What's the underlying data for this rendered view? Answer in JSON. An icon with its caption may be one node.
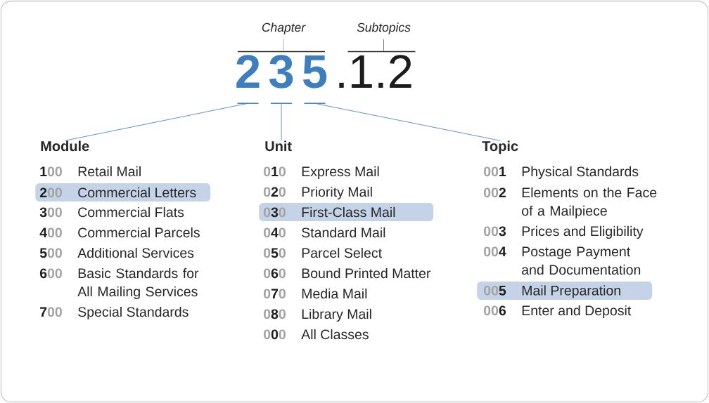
{
  "diagram": {
    "nodes": [
      {
        "text": [
          "Chapter"
        ]
      },
      {
        "text": [
          "Subtopics"
        ]
      },
      {
        "text": [],
        "shape": "bar"
      },
      {
        "text": [],
        "shape": "bar"
      },
      {
        "text": [
          "2"
        ]
      },
      {
        "text": [
          "3"
        ]
      },
      {
        "text": [
          "5"
        ]
      },
      {
        "text": [
          "Module"
        ]
      },
      {
        "text": [
          "Unit"
        ]
      },
      {
        "text": [
          "Topic"
        ]
      },
      {
        "text": [
          "**2**00",
          "Commercial Letters"
        ]
      },
      {
        "text": [
          "0**3**0",
          "First-Class Mail"
        ]
      },
      {
        "text": [
          "00**5**",
          "Mail Preparation"
        ]
      }
    ],
    "edges": [
      {
        "from": 0,
        "to": 2,
        "arrow": "none",
        "color": "#b3b3b3"
      },
      {
        "from": 1,
        "to": 3,
        "arrow": "none",
        "color": "#666666"
      },
      {
        "from": 4,
        "to": 7,
        "arrow": "none"
      },
      {
        "from": 5,
        "to": 8,
        "arrow": "none"
      },
      {
        "from": 6,
        "to": 9,
        "arrow": "none"
      }
    ],
    "labels": [
      ".1.2",
      "**1**00",
      "Retail Mail",
      "**3**00",
      "Commercial Flats",
      "**4**00",
      "Commercial Parcels",
      "**5**00",
      "Additional Services",
      "**6**00",
      "Basic Standards for All Mailing Services",
      "**7**00",
      "Special Standards",
      "0**1**0",
      "Express Mail",
      "0**2**0",
      "Priority Mail",
      "0**4**0",
      "Standard Mail",
      "0**5**0",
      "Parcel Select",
      "0**6**0",
      "Bound Printed Matter",
      "0**7**0",
      "Media Mail",
      "0**8**0",
      "Library Mail",
      "0**0**0",
      "All Classes",
      "00**1**",
      "Physical Standards",
      "00**2**",
      "Elements on the Face of a Mailpiece",
      "00**3**",
      "Prices and Eligibility",
      "00**4**",
      "Postage Payment and Documentation",
      "00**6**",
      "Enter and Deposit"
    ]
  }
}
